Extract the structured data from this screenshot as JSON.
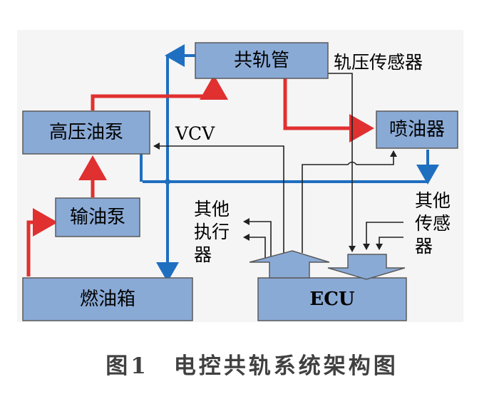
{
  "colors": {
    "box_fill": "#8aaad6",
    "box_stroke": "#5a5a5a",
    "panel_bg": "#f5f5f5",
    "low_pressure_line": "#1f6fc0",
    "high_pressure_line": "#e03030",
    "signal_line": "#222222"
  },
  "boxes": {
    "common_rail": "共轨管",
    "high_pressure_pump": "高压油泵",
    "injector": "喷油器",
    "transfer_pump": "输油泵",
    "fuel_tank": "燃油箱",
    "ecu": "ECU"
  },
  "labels": {
    "rail_pressure_sensor": "轨压传感器",
    "vcv": "VCV",
    "other_actuators": [
      "其他",
      "执行",
      "器"
    ],
    "other_sensors": [
      "其他",
      "传感",
      "器"
    ]
  },
  "caption": "图1　电控共轨系统架构图"
}
